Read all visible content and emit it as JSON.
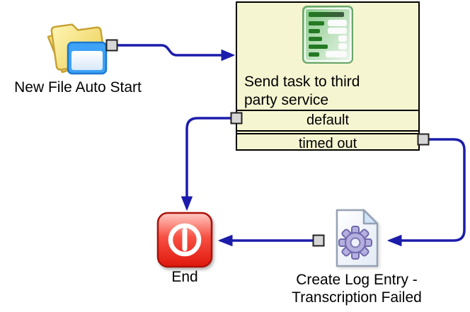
{
  "diagram": {
    "workflow_nodes": {
      "start": {
        "label": "New File Auto Start",
        "icon": "folder-window"
      },
      "task": {
        "title": "Send task to third party service",
        "icon": "task-list",
        "rows": [
          {
            "label": "default"
          },
          {
            "label": "timed out"
          }
        ]
      },
      "end": {
        "label": "End",
        "icon": "power-stop"
      },
      "log": {
        "line1": "Create Log Entry -",
        "line2": "Transcription Failed",
        "icon": "document-gear"
      }
    },
    "edges": [
      {
        "from": "New File Auto Start",
        "to": "Send task to third party service"
      },
      {
        "from": "Send task to third party service : default",
        "to": "End"
      },
      {
        "from": "Send task to third party service : timed out",
        "to": "Create Log Entry - Transcription Failed"
      },
      {
        "from": "Create Log Entry - Transcription Failed",
        "to": "End"
      }
    ],
    "colors": {
      "background": "#ffffff",
      "connector": "#1c1cab",
      "handle_fill": "#d6d6d6",
      "handle_border": "#222222",
      "task_fill": "#f5f5d2",
      "task_border": "#000000",
      "end_red": "#e0170d",
      "folder_gold": "#eecf55",
      "window_blue": "#3ea2f6",
      "list_green": "#237a23",
      "gear_lavender": "#b5afe0"
    }
  }
}
